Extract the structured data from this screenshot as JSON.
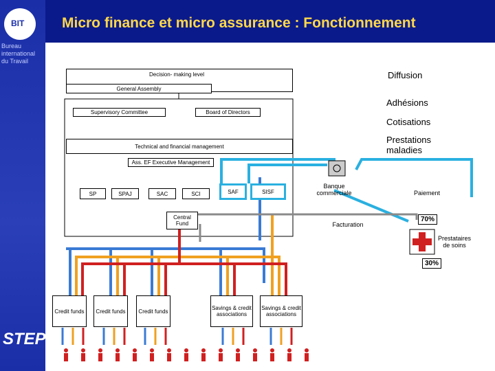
{
  "header": {
    "title": "Micro finance et micro assurance : Fonctionnement"
  },
  "sidebar": {
    "org_line1": "Bureau",
    "org_line2": "international",
    "org_line3": "du Travail",
    "logo_text": "BIT",
    "program_text": "STEP"
  },
  "diagram": {
    "decision_level": "Decision- making level",
    "general_assembly": "General Assembly",
    "supervisory": "Supervisory Committee",
    "board": "Board of Directors",
    "technical": "Technical and financial management",
    "exec": "Ass. EF Executive Management",
    "units": [
      "SP",
      "SPAJ",
      "SAC",
      "SCI",
      "SAF",
      "SISF"
    ],
    "central_fund": "Central Fund",
    "credit_funds": [
      "Credit funds",
      "Credit funds",
      "Credit funds"
    ],
    "savings": [
      "Savings & credit associations",
      "Savings & credit associations"
    ],
    "bank": "Banque commerciale",
    "billing": "Facturation",
    "payment": "Paiement",
    "providers": "Prestataires de soins",
    "pct_70": "70%",
    "pct_30": "30%"
  },
  "legend": {
    "diffusion": "Diffusion",
    "adhesions": "Adhésions",
    "cotisations": "Cotisations",
    "prestations": "Prestations maladies"
  },
  "colors": {
    "blue": "#3a7bd5",
    "orange": "#f0a020",
    "red": "#d02020",
    "cyan": "#2ab0e0",
    "grey": "#8a8a8a"
  }
}
